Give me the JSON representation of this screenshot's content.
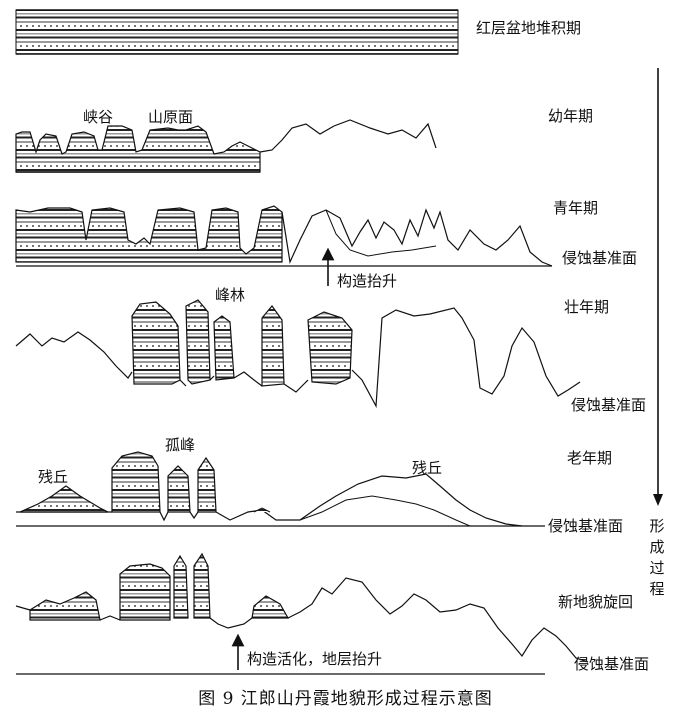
{
  "diagram": {
    "stages": {
      "red_bed_deposition": "红层盆地堆积期",
      "youth": "幼年期",
      "adolescence": "青年期",
      "maturity": "壮年期",
      "old_age": "老年期",
      "rejuvenation": "新地貌旋回"
    },
    "landforms": {
      "gorge": "峡谷",
      "plateau_surface": "山原面",
      "peak_forest": "峰林",
      "isolated_peak": "孤峰",
      "residual_hill_left": "残丘",
      "residual_hill_right": "残丘"
    },
    "base_level": "侵蚀基准面",
    "uplift_tectonic": "构造抬升",
    "uplift_reactivation": "构造活化，地层抬升",
    "formation_process": [
      "形",
      "成",
      "过",
      "程"
    ],
    "caption": "图 9  江郎山丹霞地貌形成过程示意图"
  },
  "colors": {
    "ink": "#111111",
    "stripe_dark": "#222222",
    "stripe_gray": "#9a9a9a",
    "background": "#ffffff"
  }
}
